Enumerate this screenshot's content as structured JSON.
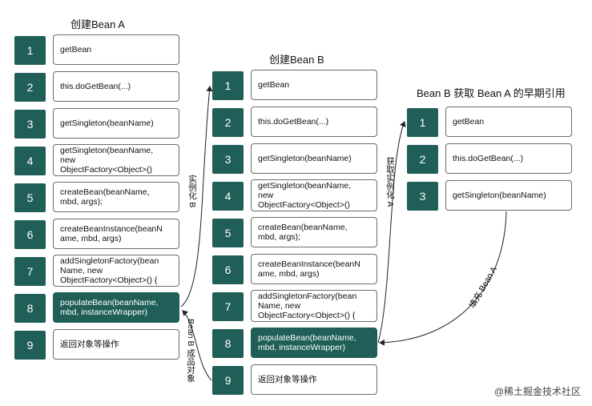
{
  "columnA": {
    "title": "创建Bean A",
    "steps": [
      {
        "num": "1",
        "text": "getBean"
      },
      {
        "num": "2",
        "text": "this.doGetBean(...)"
      },
      {
        "num": "3",
        "text": "getSingleton(beanName)"
      },
      {
        "num": "4",
        "text": "getSingleton(beanName,\nnew\nObjectFactory<Object>()"
      },
      {
        "num": "5",
        "text": "createBean(beanName,\nmbd, args);"
      },
      {
        "num": "6",
        "text": "createBeanInstance(beanN\name, mbd, args)"
      },
      {
        "num": "7",
        "text": "addSingletonFactory(bean\nName, new\nObjectFactory<Object>() {"
      },
      {
        "num": "8",
        "text": "populateBean(beanName,\nmbd, instanceWrapper)"
      },
      {
        "num": "9",
        "text": "返回对象等操作"
      }
    ]
  },
  "columnB": {
    "title": "创建Bean B",
    "steps": [
      {
        "num": "1",
        "text": "getBean"
      },
      {
        "num": "2",
        "text": "this.doGetBean(...)"
      },
      {
        "num": "3",
        "text": "getSingleton(beanName)"
      },
      {
        "num": "4",
        "text": "getSingleton(beanName,\nnew\nObjectFactory<Object>()"
      },
      {
        "num": "5",
        "text": "createBean(beanName,\nmbd, args);"
      },
      {
        "num": "6",
        "text": "createBeanInstance(beanN\name, mbd, args)"
      },
      {
        "num": "7",
        "text": "addSingletonFactory(bean\nName, new\nObjectFactory<Object>() {"
      },
      {
        "num": "8",
        "text": "populateBean(beanName,\nmbd, instanceWrapper)"
      },
      {
        "num": "9",
        "text": "返回对象等操作"
      }
    ]
  },
  "columnC": {
    "title": "Bean B 获取 Bean A 的早期引用",
    "steps": [
      {
        "num": "1",
        "text": "getBean"
      },
      {
        "num": "2",
        "text": "this.doGetBean(...)"
      },
      {
        "num": "3",
        "text": "getSingleton(beanName)"
      }
    ]
  },
  "arrows": {
    "instantiate_b": "实例化 B",
    "b_finished": "Bean B 成品对象",
    "get_instantiate_a": "获取实例化 A",
    "fill_bean_a": "填充 Bean A"
  },
  "footer": "@稀土掘金技术社区",
  "colors": {
    "accent": "#1f5f57"
  }
}
